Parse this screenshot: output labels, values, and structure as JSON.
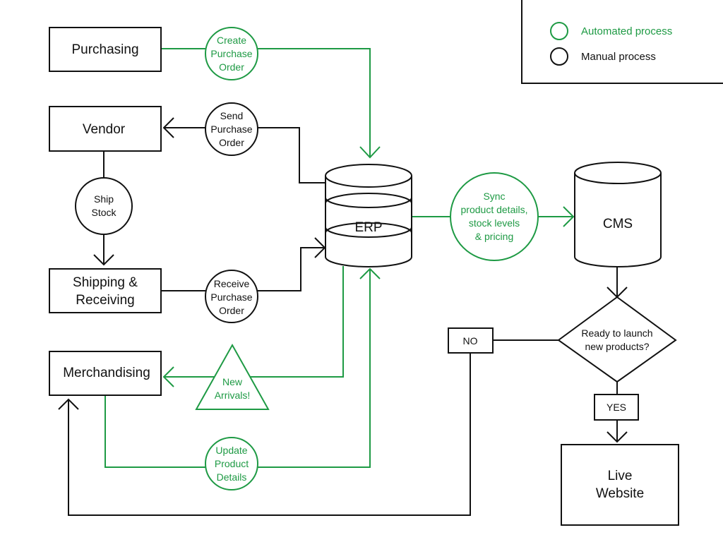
{
  "colors": {
    "automated": "#1e9a44",
    "manual": "#111111"
  },
  "legend": {
    "automated_label": "Automated process",
    "manual_label": "Manual process"
  },
  "nodes": {
    "purchasing": "Purchasing",
    "vendor": "Vendor",
    "shipping_receiving": [
      "Shipping &",
      "Receiving"
    ],
    "merchandising": "Merchandising",
    "erp": "ERP",
    "cms": "CMS",
    "decision": [
      "Ready to launch",
      "new products?"
    ],
    "live_website": [
      "Live",
      "Website"
    ]
  },
  "processes": {
    "create_po": [
      "Create",
      "Purchase",
      "Order"
    ],
    "send_po": [
      "Send",
      "Purchase",
      "Order"
    ],
    "ship_stock": [
      "Ship",
      "Stock"
    ],
    "receive_po": [
      "Receive",
      "Purchase",
      "Order"
    ],
    "new_arrivals": [
      "New",
      "Arrivals!"
    ],
    "update_product": [
      "Update",
      "Product",
      "Details"
    ],
    "sync": [
      "Sync",
      "product details,",
      "stock levels",
      "& pricing"
    ]
  },
  "labels": {
    "no": "NO",
    "yes": "YES"
  }
}
